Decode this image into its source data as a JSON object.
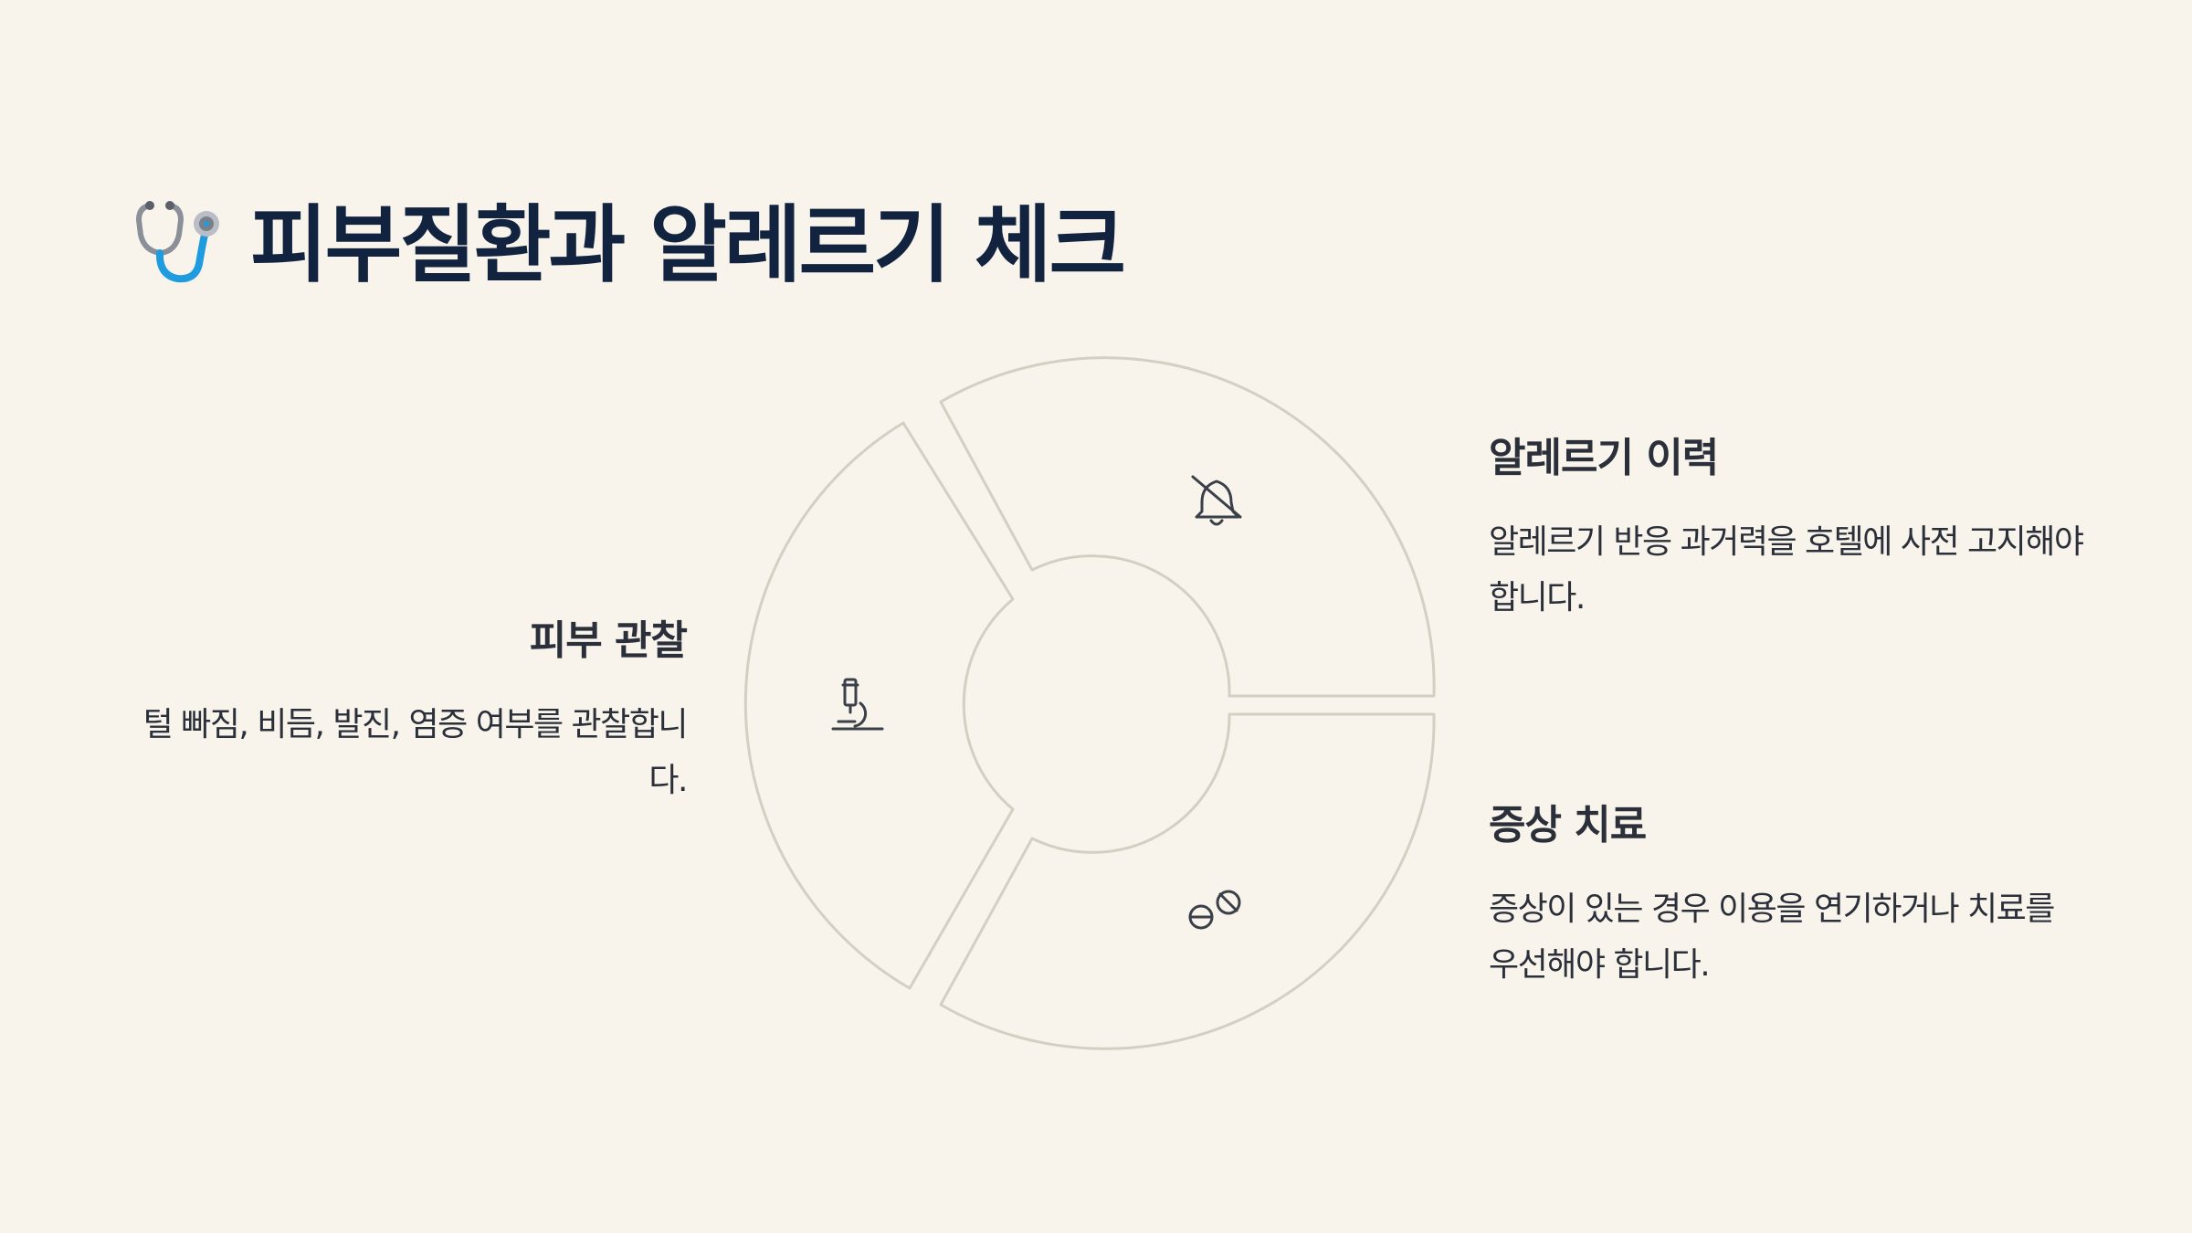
{
  "title": {
    "icon": "stethoscope-icon",
    "text": "피부질환과 알레르기 체크"
  },
  "segments": [
    {
      "icon": "microscope-icon",
      "heading": "피부 관찰",
      "body": "털 빠짐, 비듬, 발진, 염증 여부를 관찰합니다."
    },
    {
      "icon": "bell-off-icon",
      "heading": "알레르기 이력",
      "body": "알레르기 반응 과거력을 호텔에 사전 고지해야 합니다."
    },
    {
      "icon": "pills-icon",
      "heading": "증상 치료",
      "body": "증상이 있는 경우 이용을 연기하거나 치료를 우선해야 합니다."
    }
  ],
  "colors": {
    "background": "#f8f4eb",
    "title": "#12233f",
    "text": "#2a2f3a",
    "ring_stroke": "#d4cfc3",
    "icon_stroke": "#3a3f4a",
    "emoji_blue": "#1f9be0",
    "emoji_gray": "#8a8f98"
  }
}
